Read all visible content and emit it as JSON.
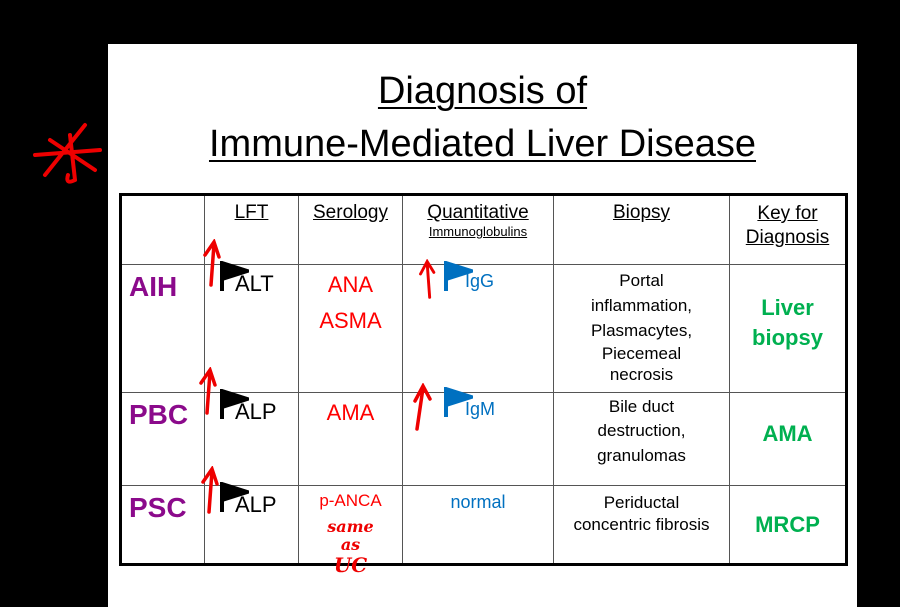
{
  "title": {
    "line1": "Diagnosis of",
    "line2": "Immune-Mediated Liver Disease"
  },
  "headers": {
    "lft": "LFT",
    "serology": "Serology",
    "quant": "Quantitative",
    "quant_sub": "Immunoglobulins",
    "biopsy": "Biopsy",
    "key": "Key for Diagnosis"
  },
  "rows": [
    {
      "disease": "AIH",
      "lft": "ALT",
      "serology": [
        "ANA",
        "ASMA"
      ],
      "ig": "IgG",
      "biopsy": [
        "Portal",
        "inflammation,",
        "Plasmacytes,",
        "Piecemeal",
        "necrosis"
      ],
      "key": "Liver biopsy"
    },
    {
      "disease": "PBC",
      "lft": "ALP",
      "serology": [
        "AMA"
      ],
      "ig": "IgM",
      "biopsy": [
        "Bile duct",
        "destruction,",
        "granulomas"
      ],
      "key": "AMA"
    },
    {
      "disease": "PSC",
      "lft": "ALP",
      "serology": [
        "p-ANCA"
      ],
      "ig": "normal",
      "biopsy": [
        "Periductal",
        "concentric fibrosis"
      ],
      "key": "MRCP"
    }
  ],
  "annotations": {
    "handwritten": [
      "same",
      "as",
      "UC"
    ]
  },
  "colors": {
    "disease": "#8b0a8b",
    "serology": "#ff0000",
    "ig": "#0070c0",
    "key": "#00b050",
    "ink": "#e00000"
  }
}
